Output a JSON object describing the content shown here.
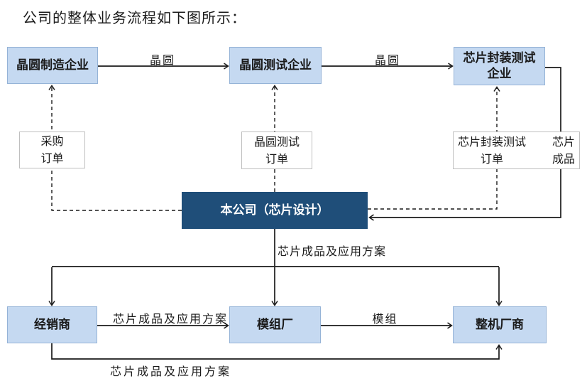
{
  "title": "公司的整体业务流程如下图所示：",
  "nodes": {
    "wafer_mfg": "晶圆制造企业",
    "wafer_test": "晶圆测试企业",
    "chip_pkg_test": "芯片封装测试\n企业",
    "company": "本公司（芯片设计）",
    "distributor": "经销商",
    "module_factory": "模组厂",
    "oem": "整机厂商"
  },
  "labels": {
    "wafer_1": "晶圆",
    "wafer_2": "晶圆",
    "purchase_order": "采购\n订单",
    "wafer_test_order": "晶圆测试\n订单",
    "pkg_test_order": "芯片封装测试\n订单",
    "chip_product": "芯片\n成品",
    "chip_and_solution_mid": "芯片成品及应用方案",
    "chip_and_solution_dist": "芯片成品及应用方案",
    "chip_and_solution_bottom": "芯片成品及应用方案",
    "module": "模组"
  },
  "colors": {
    "node_fill": "#C5D9F1",
    "node_border": "#95B3D7",
    "company_fill": "#1F4E79",
    "company_text": "#FFFFFF",
    "line_color": "#1A1A1A",
    "label_box_border": "#BFBFBF",
    "background": "#FFFFFF"
  }
}
